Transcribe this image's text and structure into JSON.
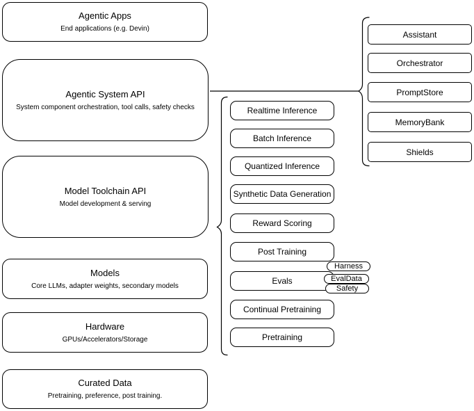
{
  "diagram": {
    "colors": {
      "stroke": "#000000",
      "background": "#ffffff",
      "text": "#000000"
    },
    "left_column": [
      {
        "title": "Agentic Apps",
        "subtitle": "End applications (e.g. Devin)"
      },
      {
        "title": "Agentic System API",
        "subtitle": "System component orchestration, tool calls, safety checks"
      },
      {
        "title": "Model Toolchain API",
        "subtitle": "Model development & serving"
      },
      {
        "title": "Models",
        "subtitle": "Core LLMs, adapter weights, secondary models"
      },
      {
        "title": "Hardware",
        "subtitle": "GPUs/Accelerators/Storage"
      },
      {
        "title": "Curated Data",
        "subtitle": "Pretraining, preference, post training."
      }
    ],
    "middle_column": [
      "Realtime Inference",
      "Batch Inference",
      "Quantized Inference",
      "Synthetic Data Generation",
      "Reward Scoring",
      "Post Training",
      "Evals",
      "Continual Pretraining",
      "Pretraining"
    ],
    "eval_tags": [
      "Harness",
      "EvalData",
      "Safety"
    ],
    "right_column": [
      "Assistant",
      "Orchestrator",
      "PromptStore",
      "MemoryBank",
      "Shields"
    ]
  }
}
